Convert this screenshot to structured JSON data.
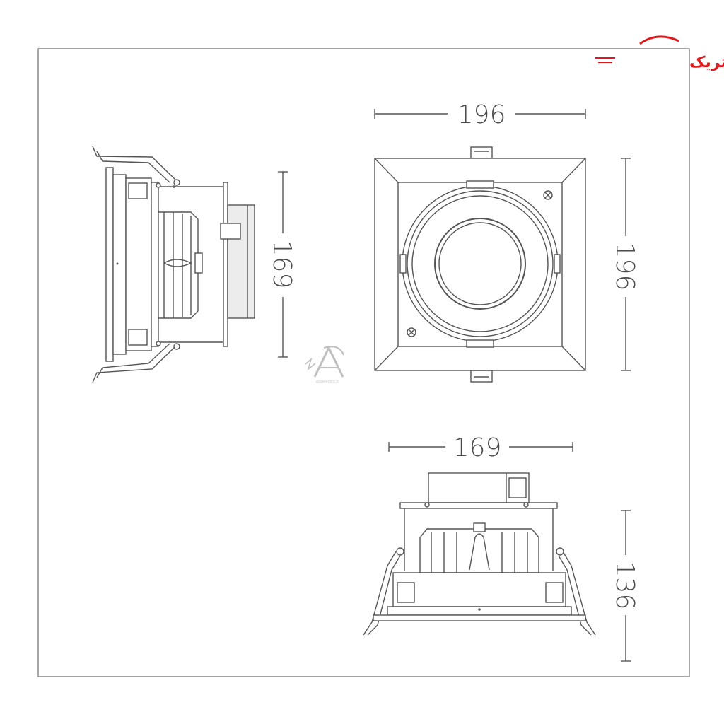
{
  "brand": {
    "logo_text": "آنا الکتریک",
    "color": "#e0191f"
  },
  "watermark": {
    "letter": "A",
    "caption": "anaelectric.ir"
  },
  "dimensions": {
    "top_width": "196",
    "top_height": "196",
    "side_height": "169",
    "front_width": "169",
    "front_height": "136"
  },
  "colors": {
    "line": "#555555",
    "frame": "#888888",
    "accent": "#e0191f"
  }
}
